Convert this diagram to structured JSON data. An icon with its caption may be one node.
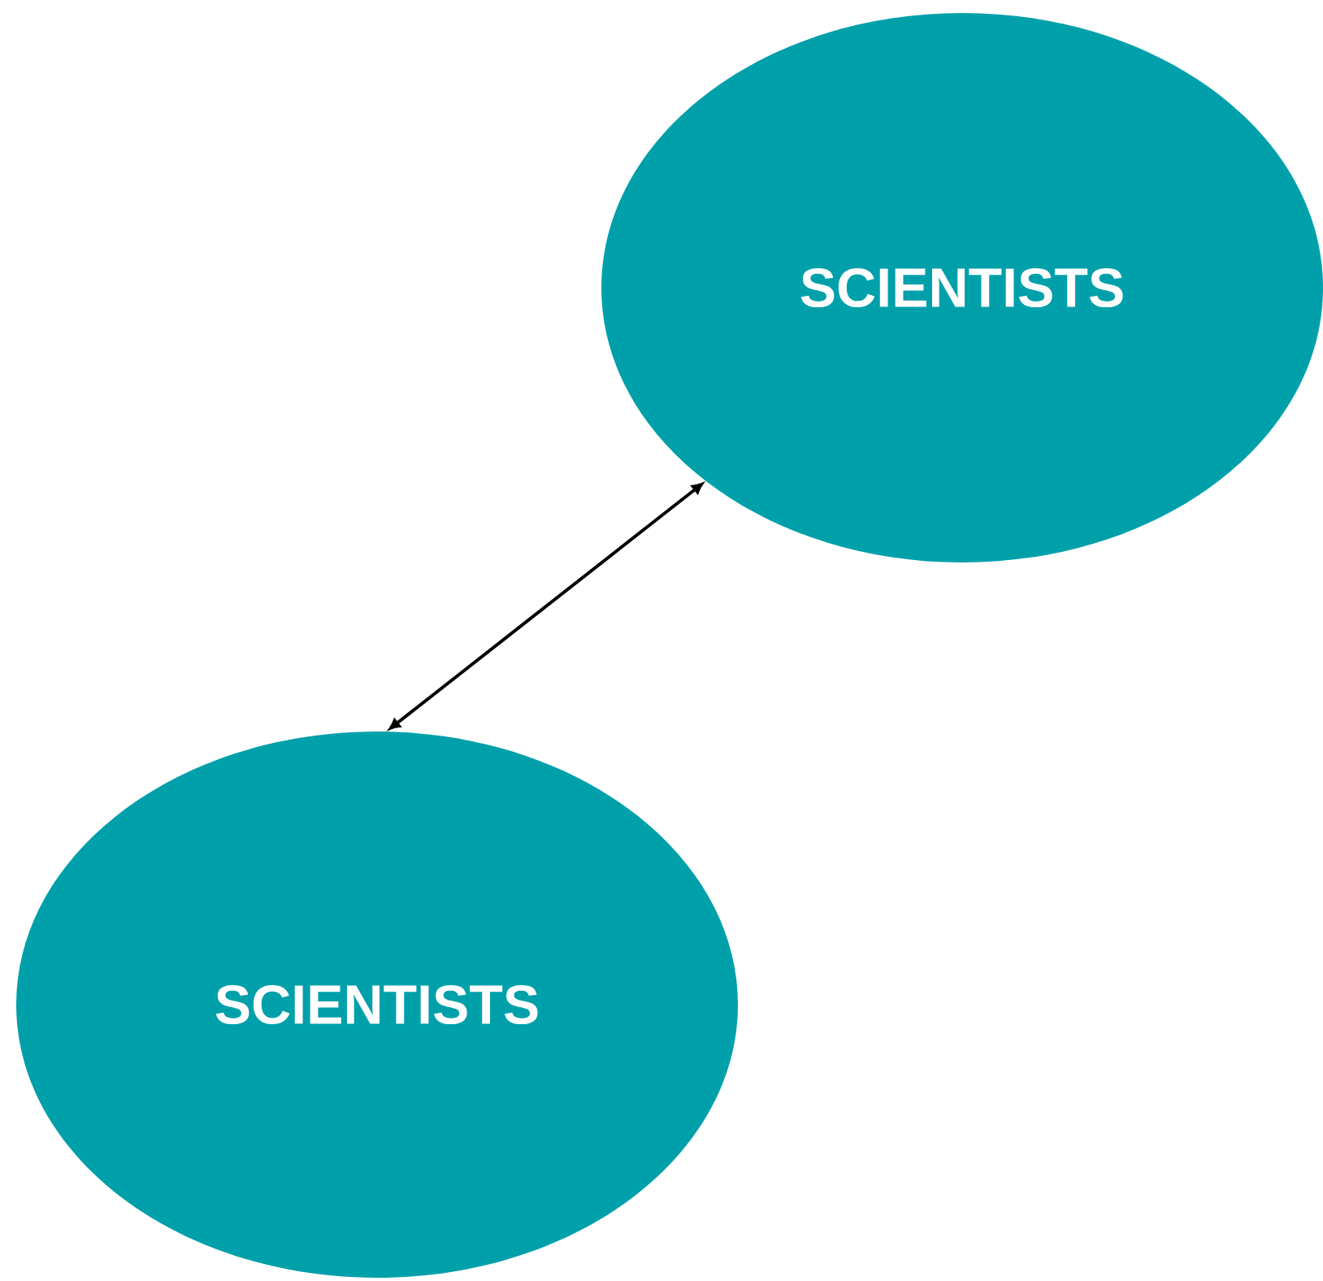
{
  "diagram": {
    "nodes": [
      {
        "text": [
          "SCIENTISTS"
        ]
      },
      {
        "text": [
          "SCIENTISTS"
        ]
      }
    ],
    "edges": [
      {
        "from": 0,
        "to": 1,
        "arrow": "both"
      }
    ]
  }
}
